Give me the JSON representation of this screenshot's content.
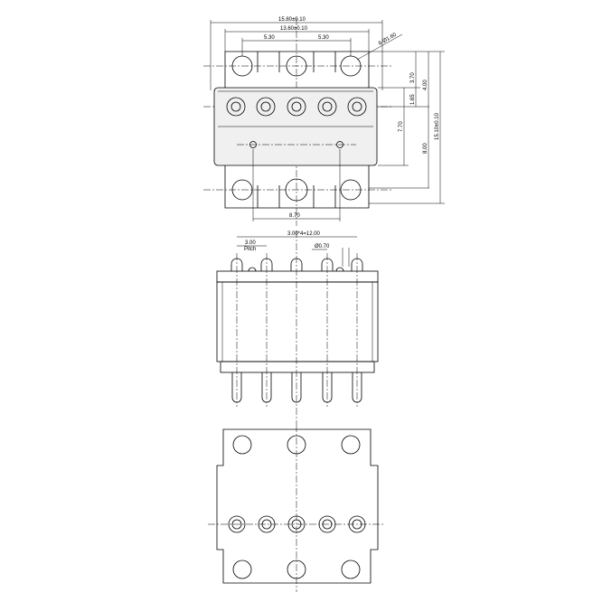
{
  "top_view": {
    "overall_width": "15.80±0.10",
    "hole_span": "13.60±0.10",
    "pitch_left": "5.30",
    "pitch_right": "5.30",
    "hole_callout": "6-Ø1.60",
    "dim_tab_to_pins": "3.70",
    "dim_4": "4.00",
    "dim_pin_row": "1.65",
    "dim_body": "7.70",
    "dim_8": "8.00",
    "overall_height": "15.10±0.10",
    "post_spacing": "8.70"
  },
  "side_view": {
    "pin_span": "3.00*4=12.00",
    "pitch_value": "3.00",
    "pitch_label": "Pitch",
    "pin_diameter": "Ø0.70"
  }
}
